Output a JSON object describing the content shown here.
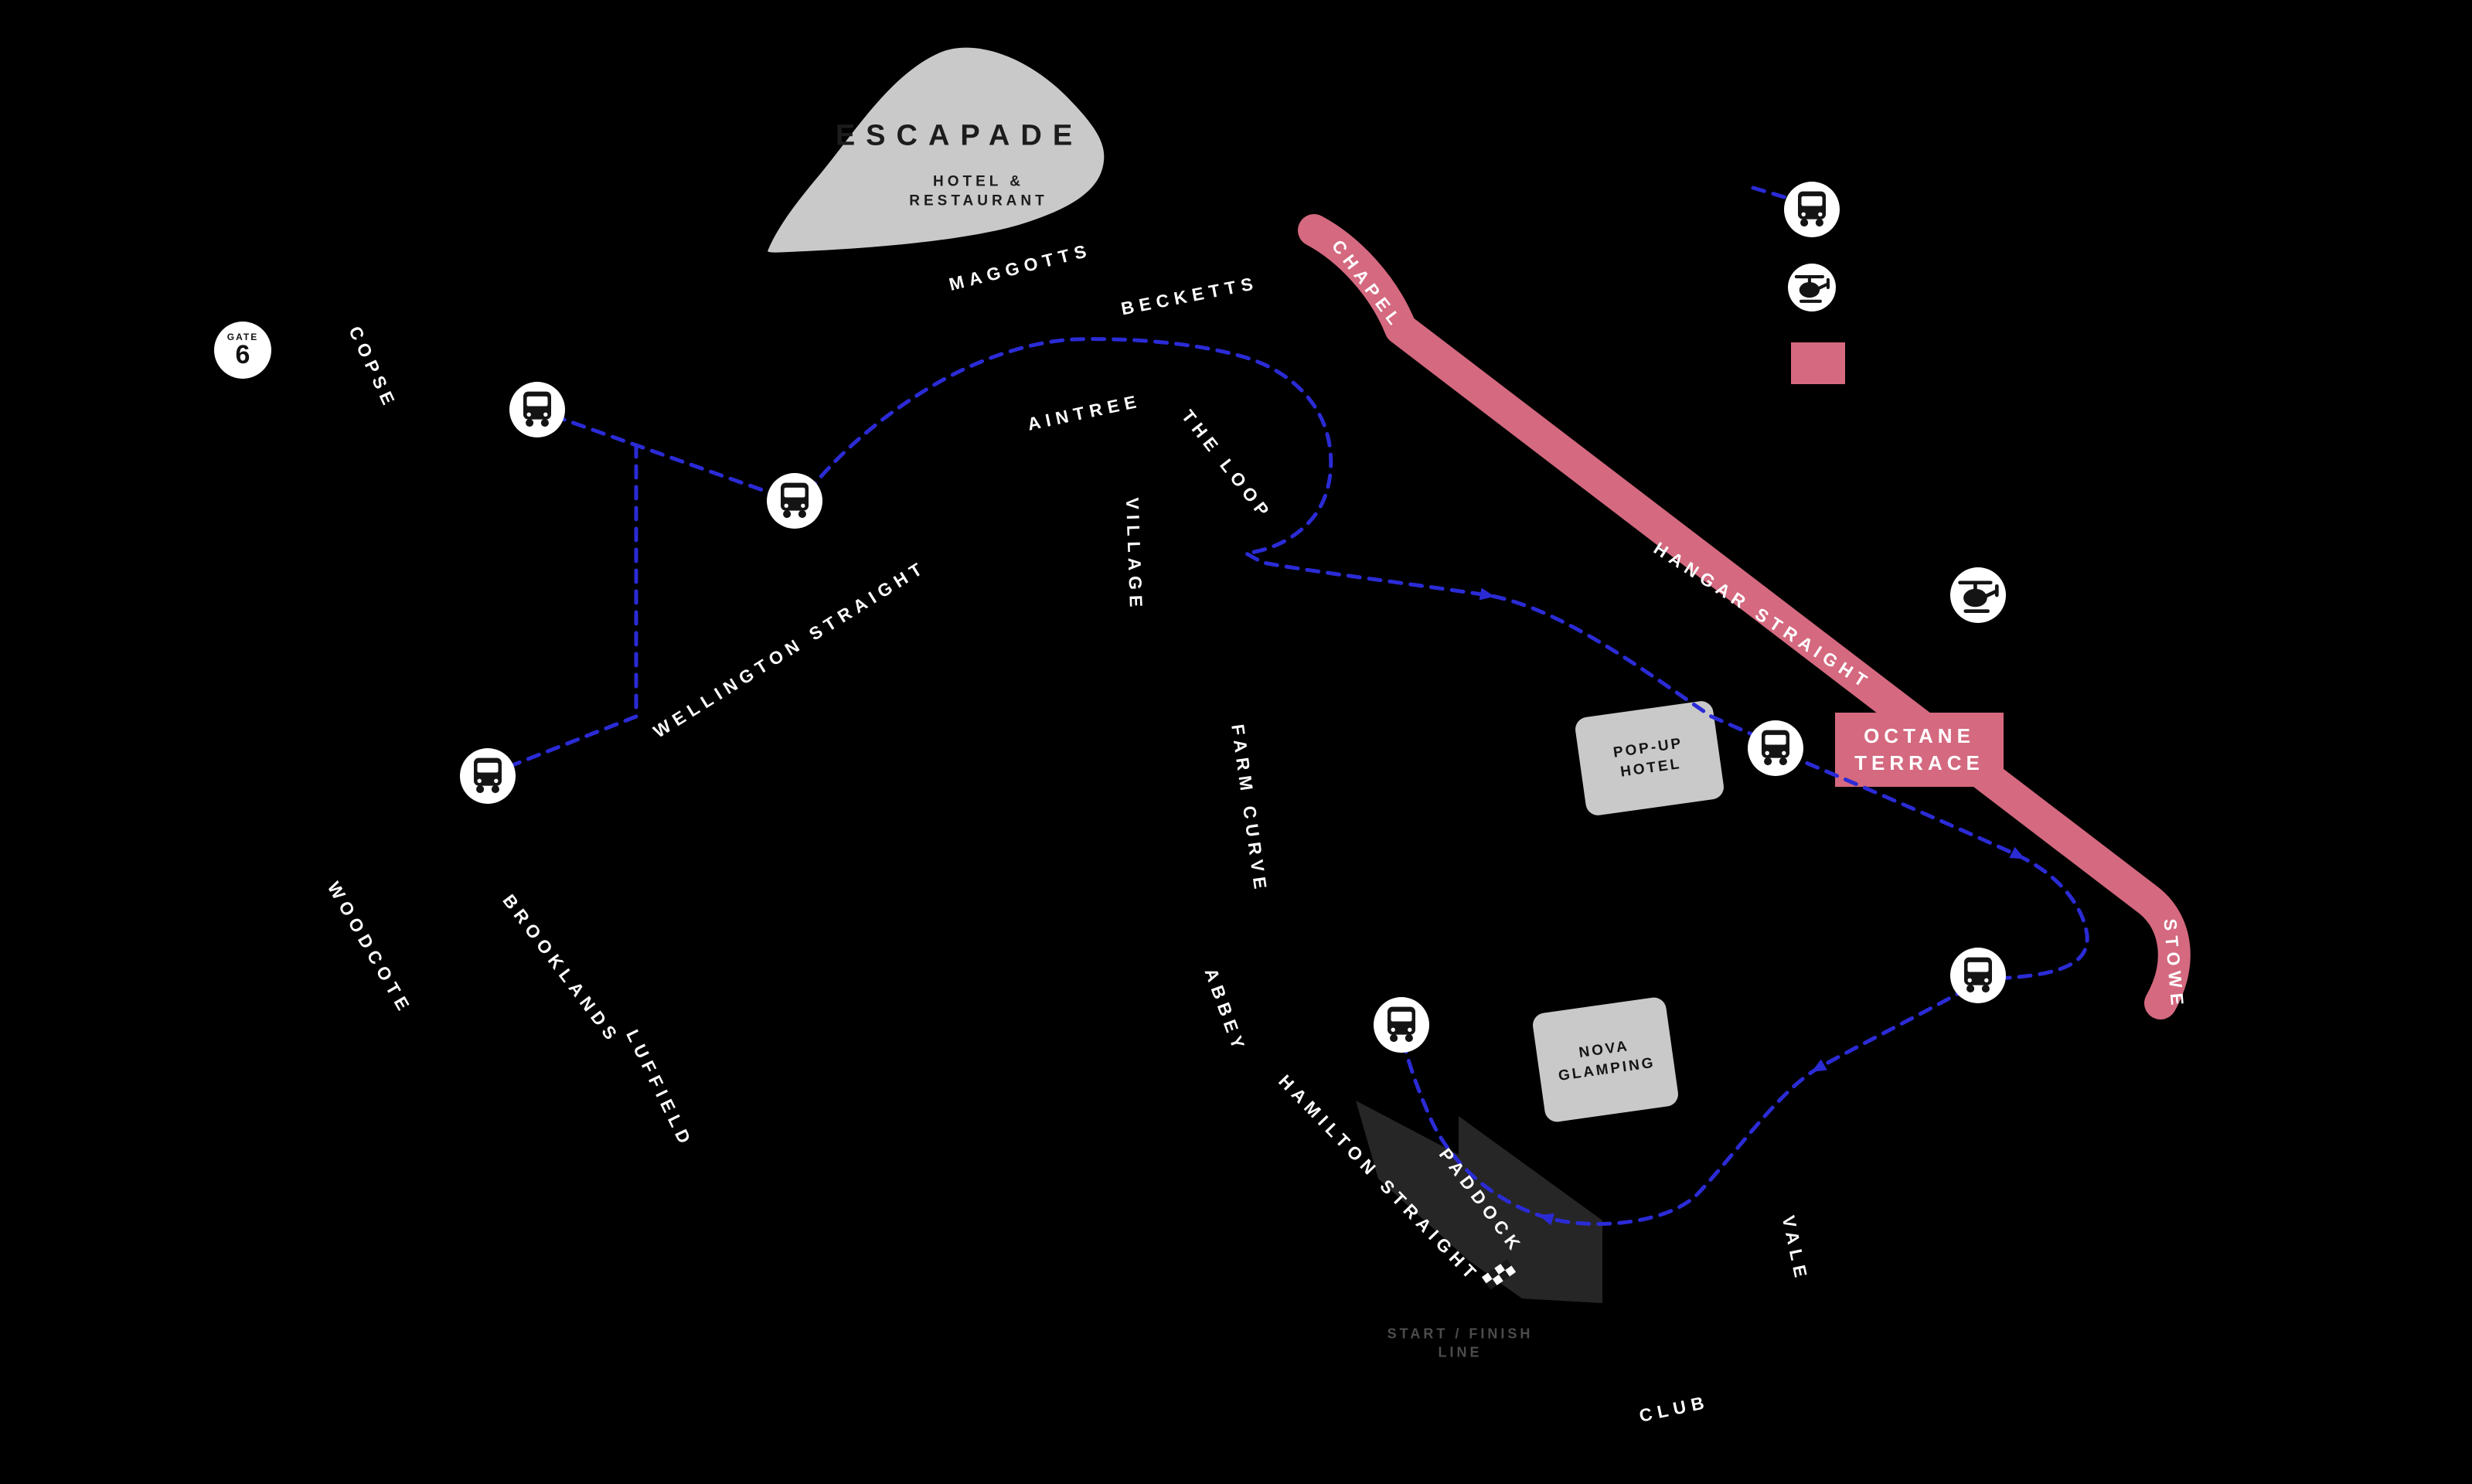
{
  "venues": {
    "escapade": {
      "title": "ESCAPADE",
      "subtitle": "HOTEL &\nRESTAURANT"
    },
    "popup_hotel": {
      "label": "POP-UP\nHOTEL"
    },
    "nova_glamping": {
      "label": "NOVA\nGLAMPING"
    },
    "octane_terrace": {
      "label": "OCTANE\nTERRACE"
    }
  },
  "gate": {
    "label": "GATE",
    "number": "6"
  },
  "track_labels": {
    "copse": "COPSE",
    "maggotts": "MAGGOTTS",
    "becketts": "BECKETTS",
    "chapel": "CHAPEL",
    "hangar_straight": "HANGAR STRAIGHT",
    "stowe": "STOWE",
    "vale": "VALE",
    "club": "CLUB",
    "aintree": "AINTREE",
    "the_loop": "THE LOOP",
    "village": "VILLAGE",
    "wellington_straight": "WELLINGTON STRAIGHT",
    "farm_curve": "FARM CURVE",
    "abbey": "ABBEY",
    "woodcote": "WOODCOTE",
    "brooklands": "BROOKLANDS",
    "luffield": "LUFFIELD",
    "hamilton_straight": "HAMILTON STRAIGHT",
    "paddock": "PADDOCK"
  },
  "markers": {
    "start_finish": "START / FINISH\nLINE"
  },
  "colors": {
    "background": "#000000",
    "highlight_pink": "#d4697f",
    "route_blue": "#2b2bd6",
    "building_gray": "#c9c9c9",
    "paddock_gray": "#262626",
    "icon_glyph": "#141414"
  }
}
